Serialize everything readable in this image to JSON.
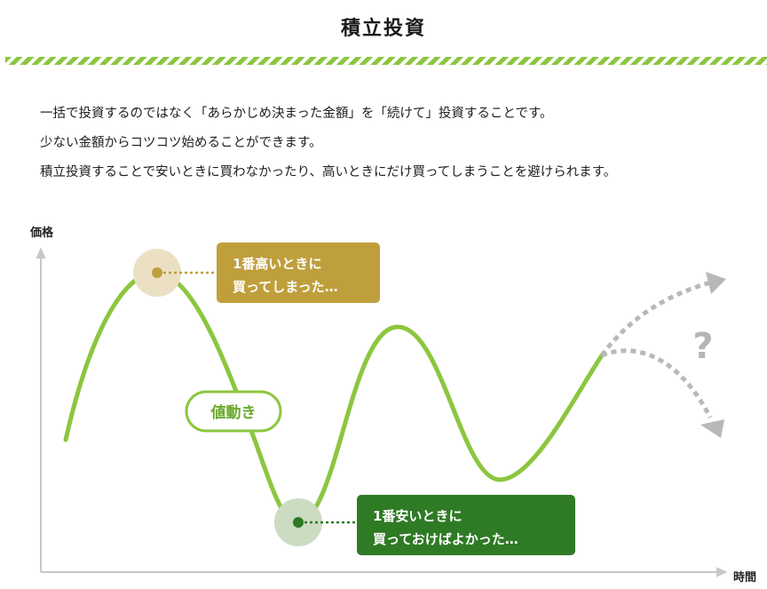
{
  "header": {
    "title": "積立投資"
  },
  "description": [
    "一括で投資するのではなく「あらかじめ決まった金額」を「続けて」投資することです。",
    "少ない金額からコツコツ始めることができます。",
    "積立投資することで安いときに買わなかったり、高いときにだけ買ってしまうことを避けられます。"
  ],
  "diagram": {
    "y_axis_label": "価格",
    "x_axis_label": "時間",
    "curve_label": "値動き",
    "peak_callout": [
      "1番高いときに",
      "買ってしまった…"
    ],
    "trough_callout": [
      "1番安いときに",
      "買っておけばよかった…"
    ],
    "unknown_symbol": "?",
    "colors": {
      "curve": "#8cc63f",
      "peak_callout": "#bf9f3c",
      "trough_callout": "#2f7a25",
      "axis": "#c8c8c8",
      "future_arrows": "#b8b8b8"
    }
  }
}
